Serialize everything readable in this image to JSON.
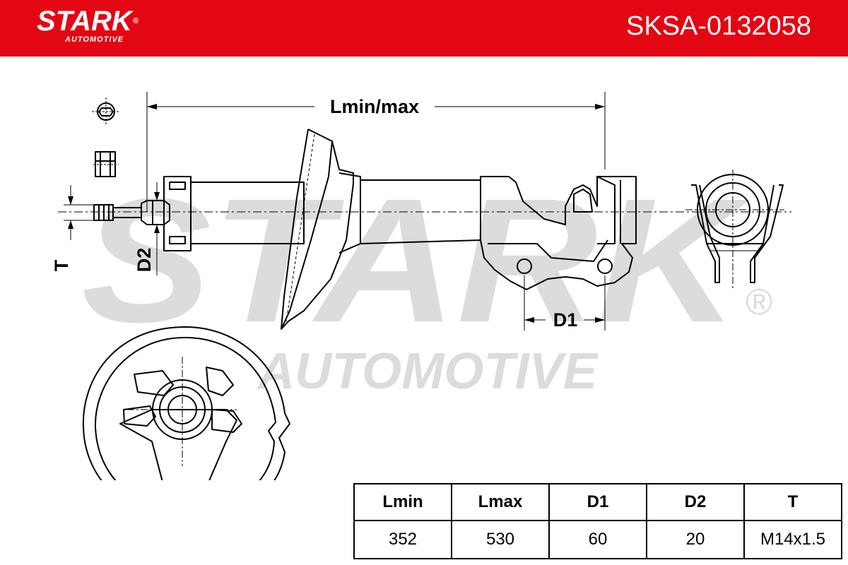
{
  "header": {
    "brand": "STARK",
    "brand_mark": "®",
    "brand_sub": "AUTOMOTIVE",
    "part_number": "SKSA-0132058",
    "color": "#e30613"
  },
  "watermark": {
    "brand": "STARK",
    "brand_mark": "®",
    "brand_sub": "AUTOMOTIVE"
  },
  "dimensions": {
    "length_label": "Lmin/max",
    "d1_label": "D1",
    "d2_label": "D2",
    "t_label": "T"
  },
  "spec_table": {
    "headers": [
      "Lmin",
      "Lmax",
      "D1",
      "D2",
      "T"
    ],
    "values": [
      "352",
      "530",
      "60",
      "20",
      "M14x1.5"
    ]
  }
}
